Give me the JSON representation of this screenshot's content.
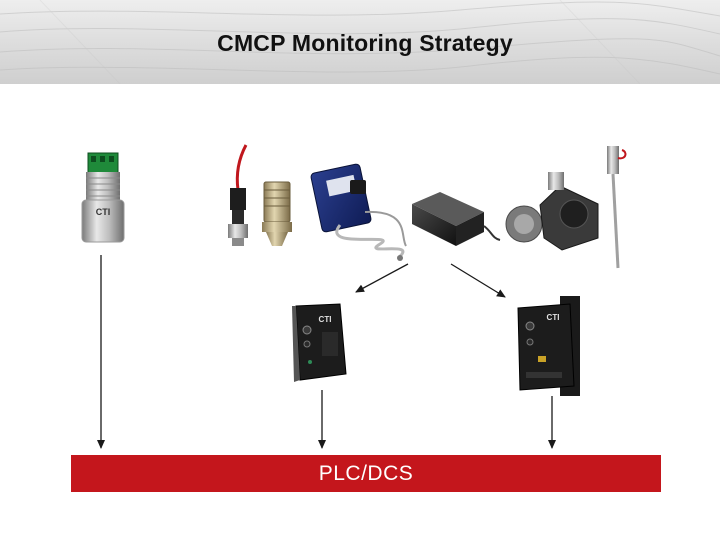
{
  "slide": {
    "title": "CMCP Monitoring Strategy"
  },
  "system_bar": {
    "label": "PLC/DCS",
    "color": "#c4161c"
  },
  "devices": [
    {
      "icon": "accelerometer-sensor-icon",
      "brand_mark": "CTI"
    },
    {
      "icon": "cabled-vibration-sensors-icon"
    },
    {
      "icon": "blue-junction-box-icon"
    },
    {
      "icon": "black-enclosure-box-icon"
    },
    {
      "icon": "temperature-probe-housing-icon"
    },
    {
      "icon": "transmitter-module-left-icon",
      "brand_mark": "CTI"
    },
    {
      "icon": "transmitter-module-right-icon",
      "brand_mark": "CTI"
    }
  ],
  "colors": {
    "title_band": "#dcdcdc",
    "arrow": "#1a1a1a"
  }
}
